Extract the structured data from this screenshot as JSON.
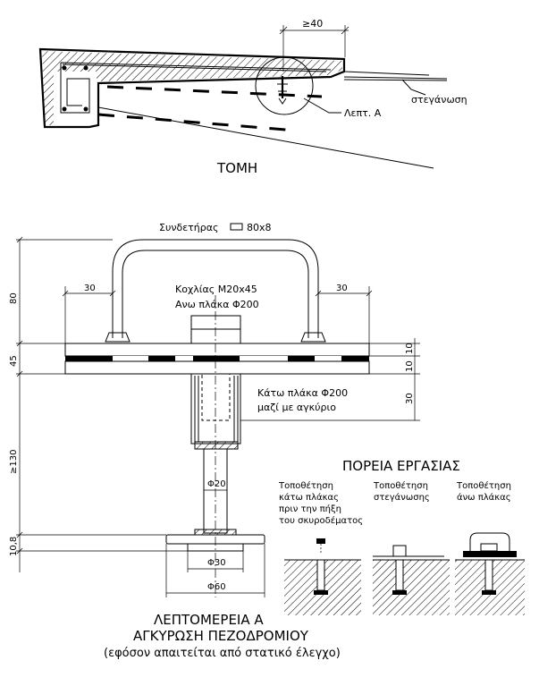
{
  "section": {
    "title": "ΤΟΜΗ",
    "dim_top": "≥40",
    "label_detail": "Λεπτ. Α",
    "label_waterproofing": "στεγάνωση"
  },
  "detail": {
    "tie_label": "Συνδετήρας",
    "tie_size": "80x8",
    "bolt_label": "Κοχλίας Μ20x45",
    "upper_plate_label": "Ανω πλάκα Φ200",
    "lower_plate_label": "Κάτω πλάκα Φ200",
    "lower_plate_note": "μαζί με αγκύριο",
    "dims": {
      "left_30": "30",
      "right_30": "30",
      "h_80": "80",
      "h_45": "45",
      "h_130": "≥130",
      "h_10_8": "10,8",
      "r_10a": "10",
      "r_10b": "10",
      "r_30": "30",
      "d20": "Φ20",
      "d30": "Φ30",
      "d60": "Φ60"
    },
    "title_line1": "ΛΕΠΤΟΜΕΡΕΙΑ Α",
    "title_line2": "ΑΓΚΥΡΩΣΗ ΠΕΖΟΔΡΟΜΙΟΥ",
    "title_line3": "(εφόσον απαιτείται από στατικό έλεγχο)"
  },
  "procedure": {
    "title": "ΠΟΡΕΙΑ ΕΡΓΑΣΙΑΣ",
    "step1": [
      "Τοποθέτηση",
      "κάτω πλάκας",
      "πριν την πήξη",
      "του σκυροδέματος"
    ],
    "step2": [
      "Τοποθέτηση",
      "στεγάνωσης"
    ],
    "step3": [
      "Τοποθέτηση",
      "άνω πλάκας"
    ]
  }
}
